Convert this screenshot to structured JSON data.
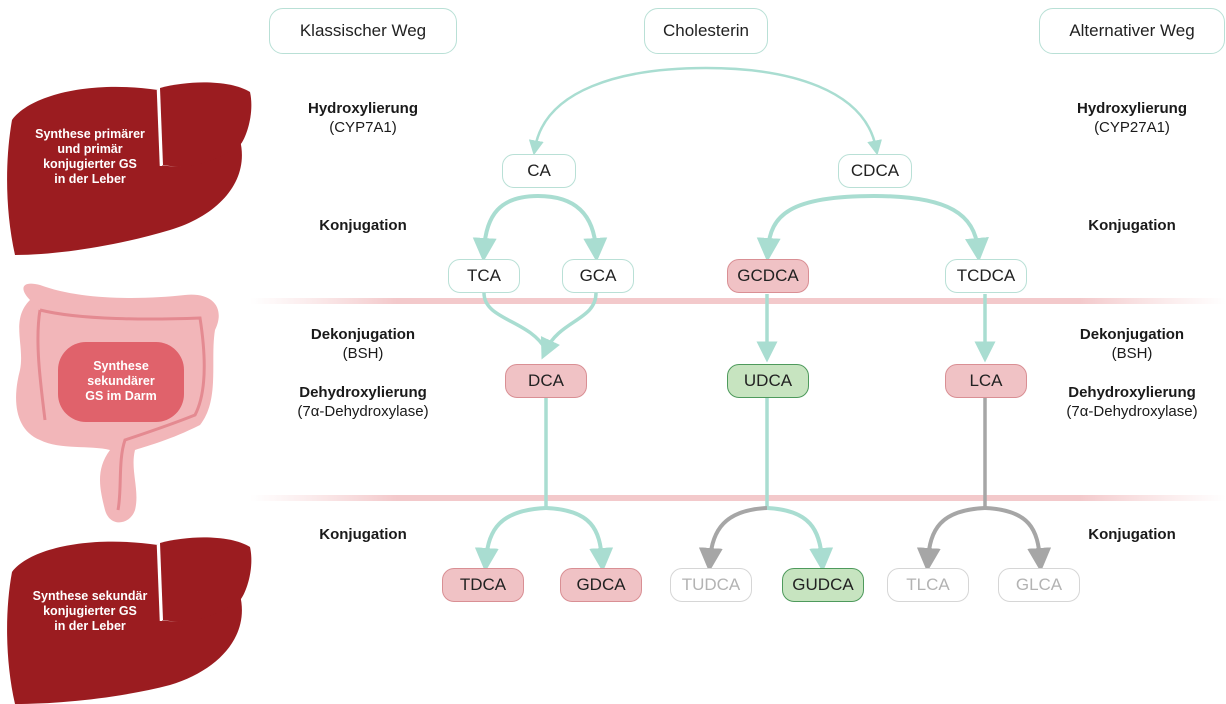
{
  "top": {
    "classic_label": "Klassischer Weg",
    "cholesterol_label": "Cholesterin",
    "alternative_label": "Alternativer Weg"
  },
  "organs": {
    "liver_top_text": [
      "Synthese primärer",
      "und primär",
      "konjugierter GS",
      "in der Leber"
    ],
    "gut_text": [
      "Synthese",
      "sekundärer",
      "GS im Darm"
    ],
    "liver_bottom_text": [
      "Synthese sekundär",
      "konjugierter GS",
      "in der Leber"
    ]
  },
  "steps": {
    "left_hydrox_title": "Hydroxylierung",
    "left_hydrox_enzyme": "(CYP7A1)",
    "right_hydrox_title": "Hydroxylierung",
    "right_hydrox_enzyme": "(CYP27A1)",
    "left_conj1": "Konjugation",
    "right_conj1": "Konjugation",
    "left_dekon_title": "Dekonjugation",
    "left_dekon_enzyme": "(BSH)",
    "right_dekon_title": "Dekonjugation",
    "right_dekon_enzyme": "(BSH)",
    "left_dehyd_title": "Dehydroxylierung",
    "left_dehyd_enzyme": "(7α-Dehydroxylase)",
    "right_dehyd_title": "Dehydroxylierung",
    "right_dehyd_enzyme": "(7α-Dehydroxylase)",
    "left_conj2": "Konjugation",
    "right_conj2": "Konjugation"
  },
  "nodes": {
    "ca": "CA",
    "cdca": "CDCA",
    "tca": "TCA",
    "gca": "GCA",
    "gcdca": "GCDCA",
    "tcdca": "TCDCA",
    "dca": "DCA",
    "udca": "UDCA",
    "lca": "LCA",
    "tdca": "TDCA",
    "gdca": "GDCA",
    "tudca": "TUDCA",
    "gudca": "GUDCA",
    "tlca": "TLCA",
    "glca": "GLCA"
  },
  "colors": {
    "liver": "#9b1c20",
    "gut": "#f2b6b9",
    "gut_label_bg": "#e0626b",
    "arrow_teal": "#a9ddd1",
    "arrow_grey": "#a6a6a6",
    "primary_red_fill": "#f0c2c5",
    "green_fill": "#c7e4c0"
  }
}
